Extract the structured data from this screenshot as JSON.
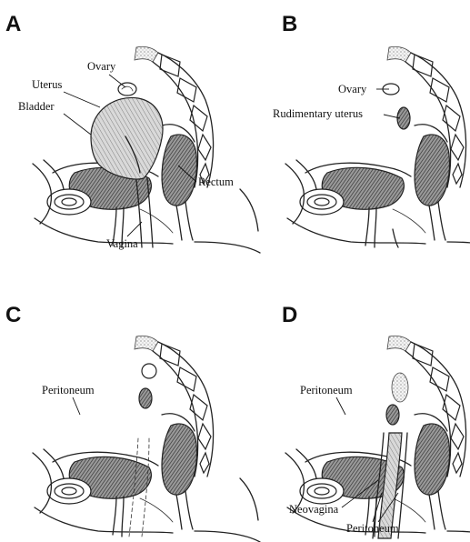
{
  "panels": {
    "a": {
      "letter": "A",
      "labels": {
        "uterus": "Uterus",
        "ovary": "Ovary",
        "bladder": "Bladder",
        "rectum": "Rectum",
        "vagina": "Vagina"
      }
    },
    "b": {
      "letter": "B",
      "labels": {
        "ovary": "Ovary",
        "rudimentary_uterus": "Rudimentary uterus"
      }
    },
    "c": {
      "letter": "C",
      "labels": {
        "peritoneum": "Peritoneum"
      }
    },
    "d": {
      "letter": "D",
      "labels": {
        "peritoneum_top": "Peritoneum",
        "neovagina": "Neovagina",
        "peritoneum_bottom": "Peritoneum"
      }
    }
  }
}
